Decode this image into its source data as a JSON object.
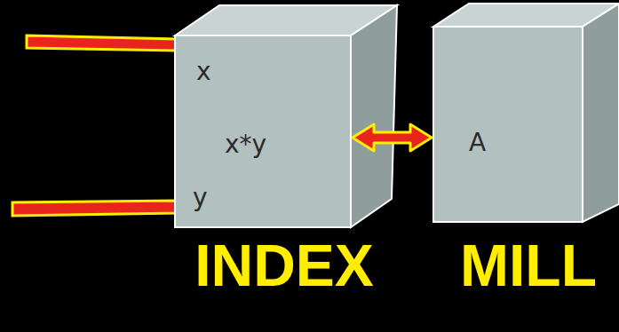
{
  "diagram": {
    "nodes": [
      {
        "text": [
          "x",
          "x*y",
          "y",
          "INDEX"
        ]
      },
      {
        "text": [
          "A",
          "MILL"
        ]
      }
    ],
    "edges": [
      {
        "from": 0,
        "to": 1,
        "arrow": "both"
      }
    ]
  }
}
